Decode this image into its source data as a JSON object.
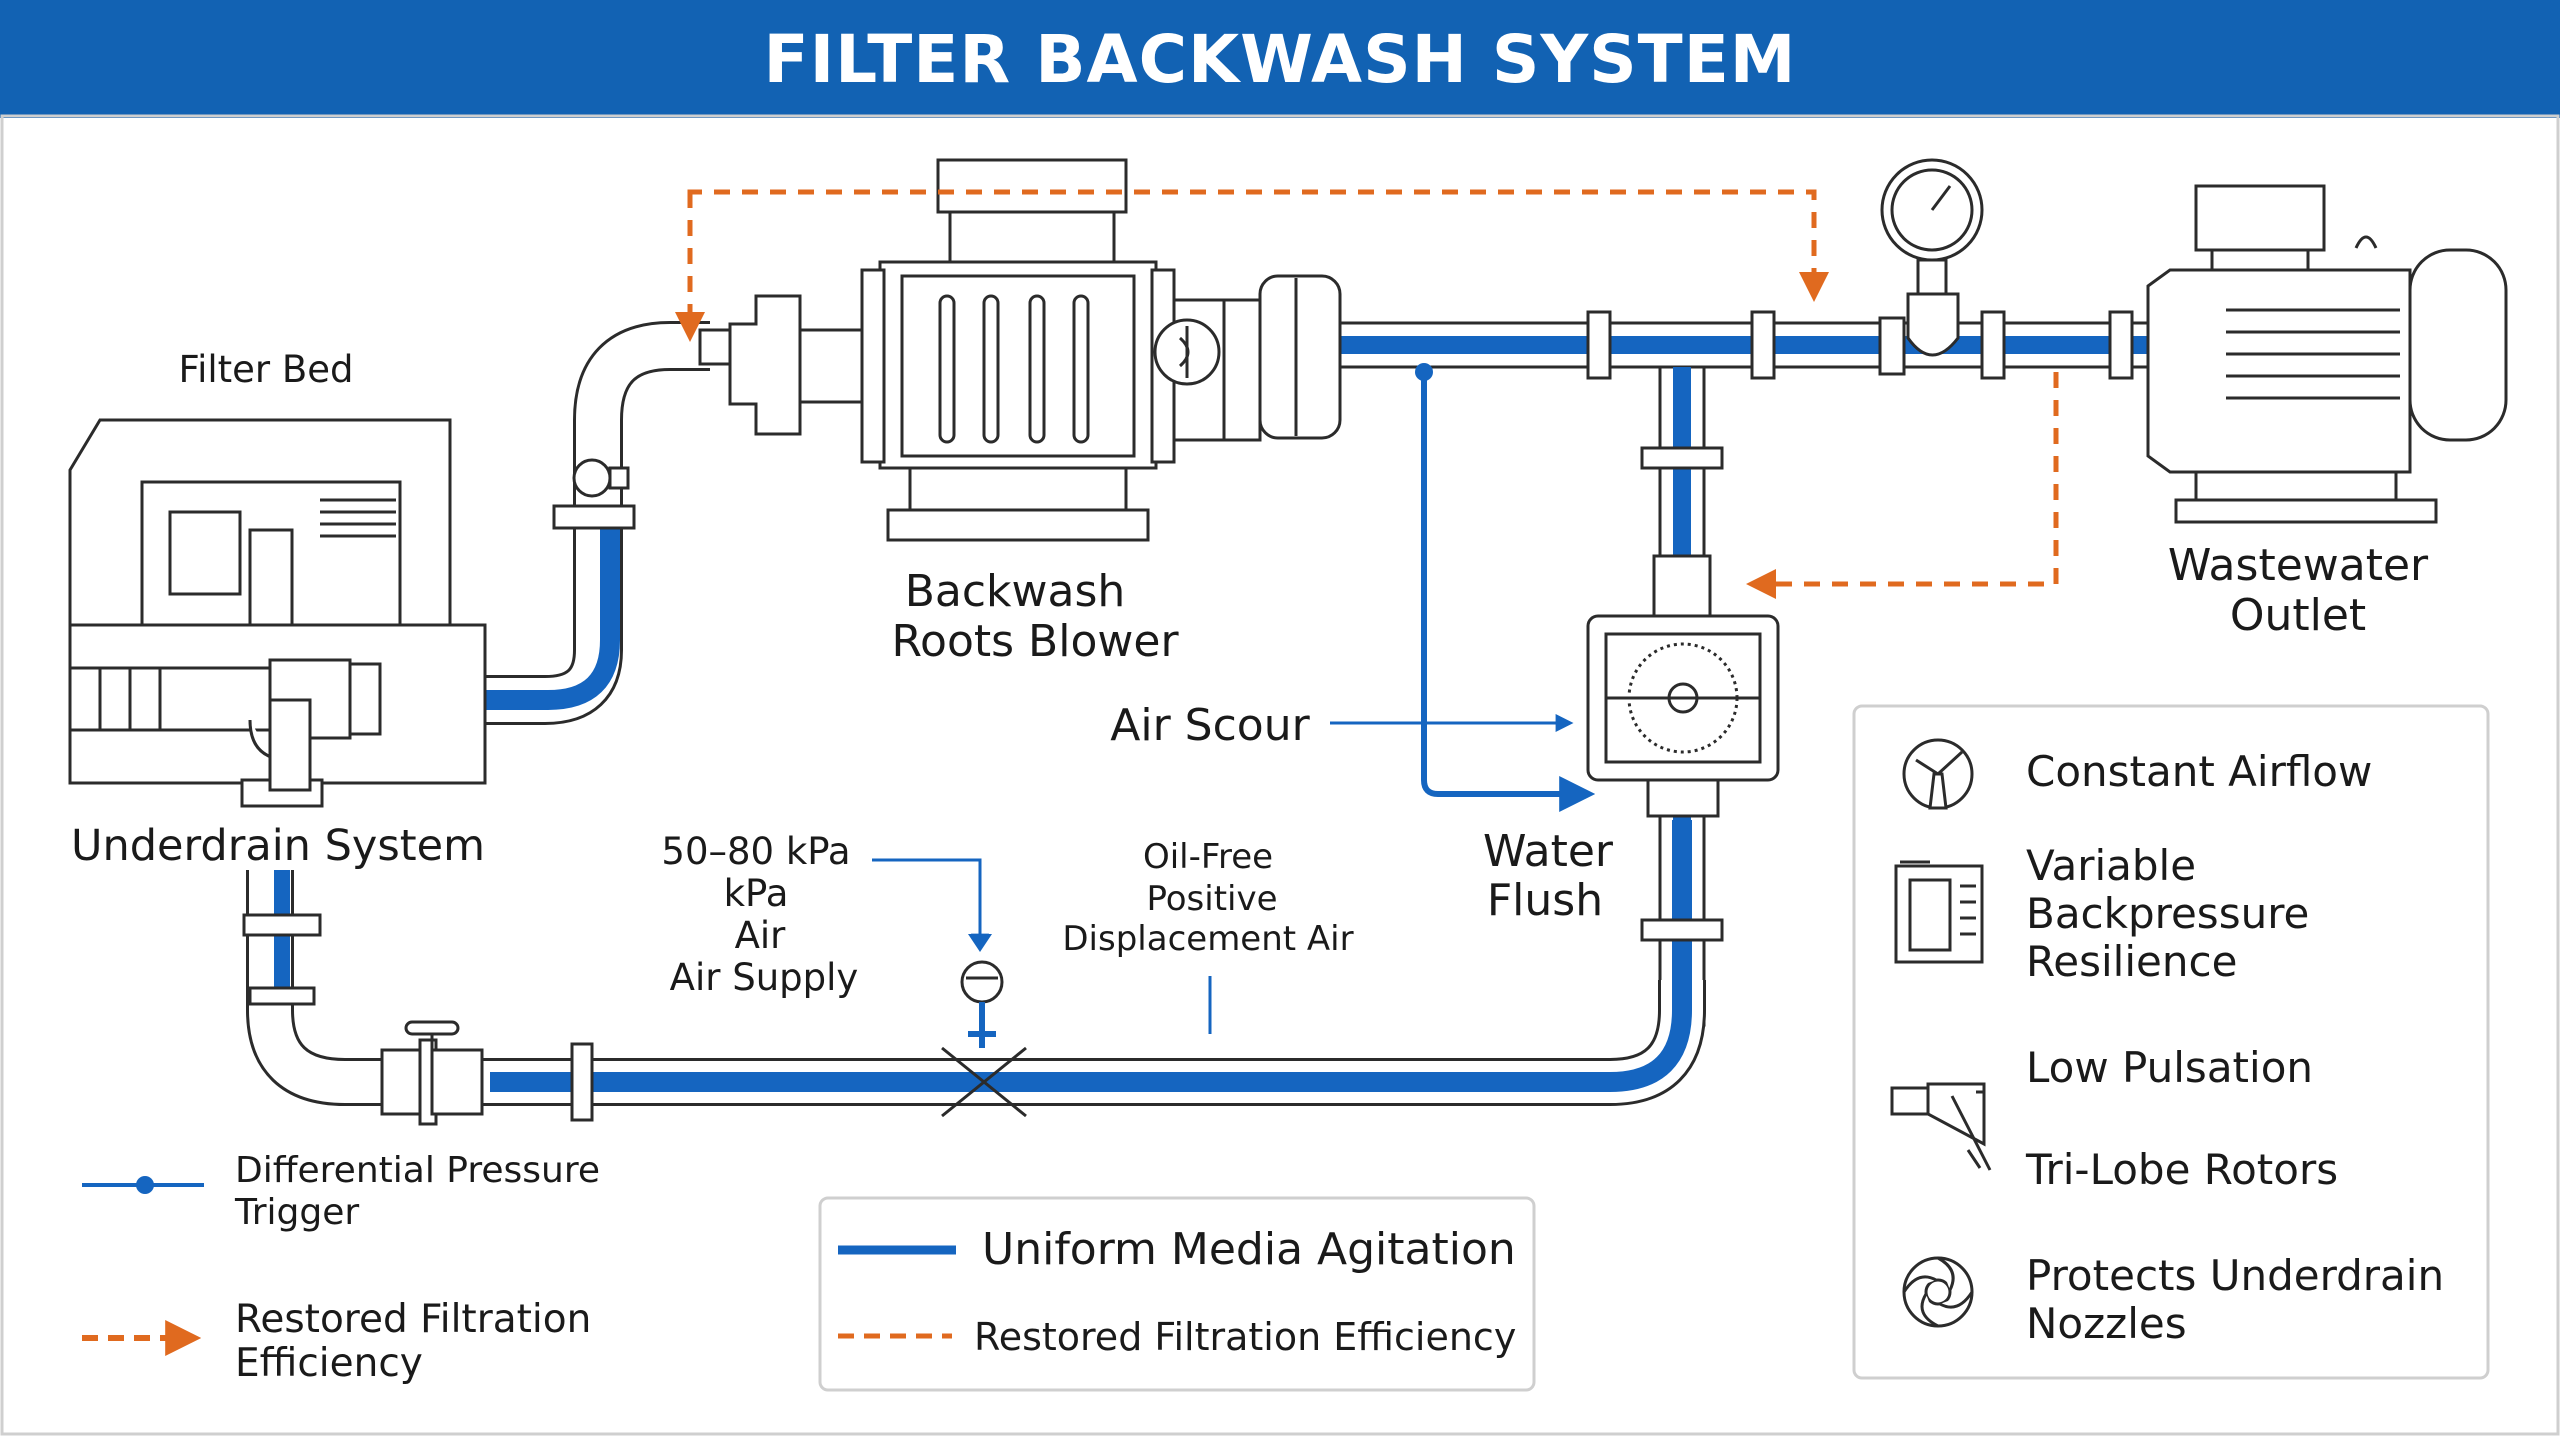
{
  "title": "FILTER BACKWASH SYSTEM",
  "colors": {
    "header_bg": "#1262b3",
    "pipe_blue": "#1565c0",
    "signal_orange": "#e06a1f",
    "outline": "#2b2b2b"
  },
  "labels": {
    "filter_bed": "Filter Bed",
    "underdrain_system": "Underdrain System",
    "blower_line1": "Backwash",
    "blower_line2": "Roots Blower",
    "wastewater_line1": "Wastewater",
    "wastewater_line2": "Outlet",
    "air_scour": "Air Scour",
    "water_flush_line1": "Water",
    "water_flush_line2": "Flush",
    "supply_line1": "50–80 kPa",
    "supply_line2": "kPa",
    "supply_line3": "Air",
    "supply_line4": "Air Supply",
    "oilfree_line1": "Oil-Free",
    "oilfree_line2": "Positive",
    "oilfree_line3": "Displacement Air"
  },
  "legend_left": [
    {
      "icon": "pressure-trigger-marker",
      "line1": "Differential Pressure",
      "line2": "Trigger"
    },
    {
      "icon": "dashed-arrow",
      "line1": "Restored Filtration",
      "line2": "Efficiency"
    }
  ],
  "legend_center": [
    {
      "icon": "solid-blue-line",
      "label": "Uniform Media Agitation"
    },
    {
      "icon": "dashed-orange-line",
      "label": "Restored Filtration Efficiency"
    }
  ],
  "features": [
    {
      "icon": "airflow-gauge-icon",
      "lines": [
        "Constant Airflow"
      ]
    },
    {
      "icon": "control-panel-icon",
      "lines": [
        "Variable",
        "Backpressure",
        "Resilience"
      ]
    },
    {
      "icon": "damper-icon",
      "lines": [
        "Low Pulsation"
      ]
    },
    {
      "icon": "rotor-icon",
      "lines": [
        "Tri-Lobe Rotors"
      ]
    },
    {
      "icon": "fan-icon",
      "lines": [
        "Protects Underdrain",
        "Nozzles"
      ]
    }
  ]
}
